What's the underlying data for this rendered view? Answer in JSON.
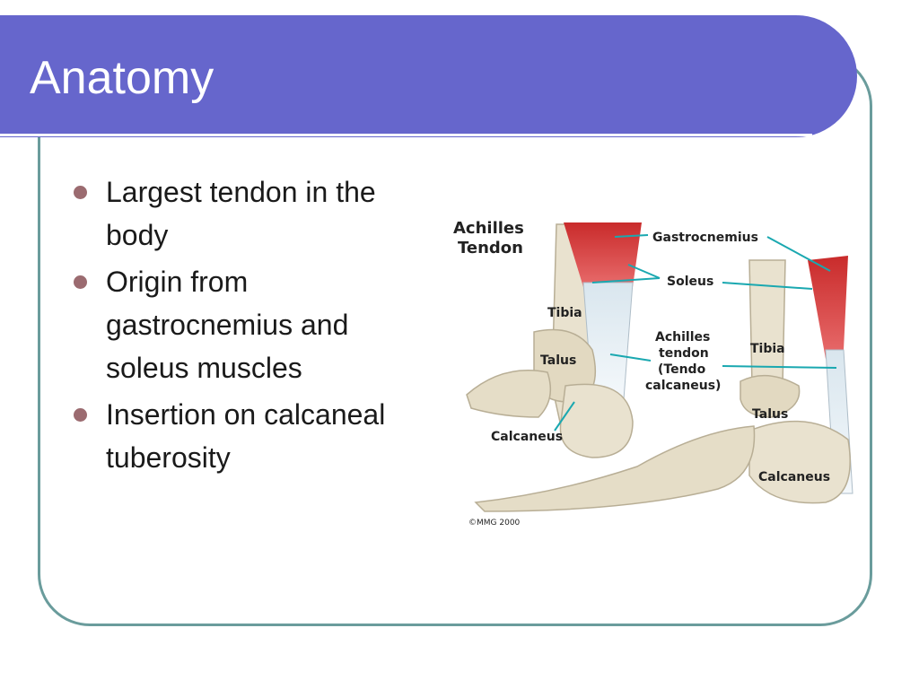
{
  "slide": {
    "title": "Anatomy",
    "bullets": [
      "Largest tendon in the body",
      "Origin from gastrocnemius and soleus muscles",
      "Insertion on calcaneal tuberosity"
    ]
  },
  "figure": {
    "heading_line1": "Achilles",
    "heading_line2": "Tendon",
    "labels": {
      "gastrocnemius": "Gastrocnemius",
      "soleus": "Soleus",
      "tibia_left": "Tibia",
      "talus_left": "Talus",
      "calcaneus_left": "Calcaneus",
      "achilles_line1": "Achilles",
      "achilles_line2": "tendon",
      "achilles_line3": "(Tendo",
      "achilles_line4": "calcaneus)",
      "tibia_right": "Tibia",
      "talus_right": "Talus",
      "calcaneus_right": "Calcaneus"
    },
    "copyright": "©MMG 2000"
  },
  "colors": {
    "title_bar": "#6666cc",
    "frame_border": "#6a9c9c",
    "bullet_dot": "#9b6b70",
    "muscle_red": "#d23c3c",
    "leader_cyan": "#1aa8b0",
    "bone": "#e9e2cf"
  }
}
